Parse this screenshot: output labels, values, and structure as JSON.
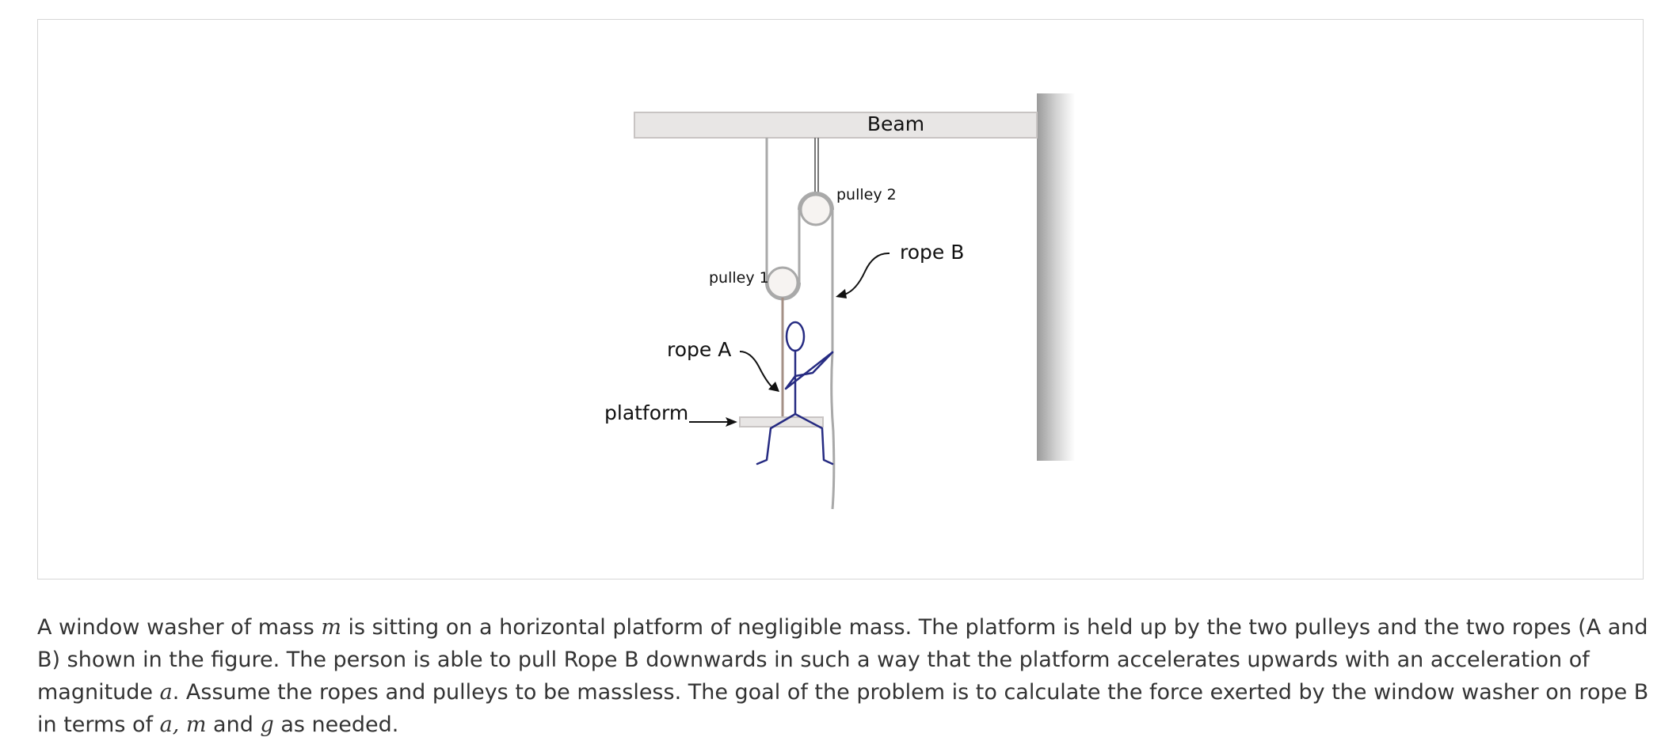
{
  "figure": {
    "labels": {
      "beam": "Beam",
      "pulley_1": "pulley 1",
      "pulley_2": "pulley 2",
      "rope_a": "rope A",
      "rope_b": "rope B",
      "platform": "platform"
    }
  },
  "problem": {
    "part1": "A window washer of mass ",
    "var_m": "m",
    "part2": " is sitting on a horizontal platform of negligible mass. The platform is held up by the two pulleys and the two ropes (A and B) shown in the figure. The person is able to pull Rope B downwards in such a way that the platform accelerates upwards with an acceleration of magnitude ",
    "var_a": "a",
    "part3": ". Assume the ropes and pulleys to be massless. The goal of the problem is to calculate the force exerted by the window washer on rope B in terms of ",
    "var_a2": "a",
    "comma": ", ",
    "var_m2": "m",
    "and": " and ",
    "var_g": "g",
    "part4": " as needed."
  },
  "colors": {
    "rope": "#a9a9a9",
    "beam_fill": "#e8e6e5",
    "person": "#262b82",
    "wall_dark": "#9a9a9a"
  }
}
